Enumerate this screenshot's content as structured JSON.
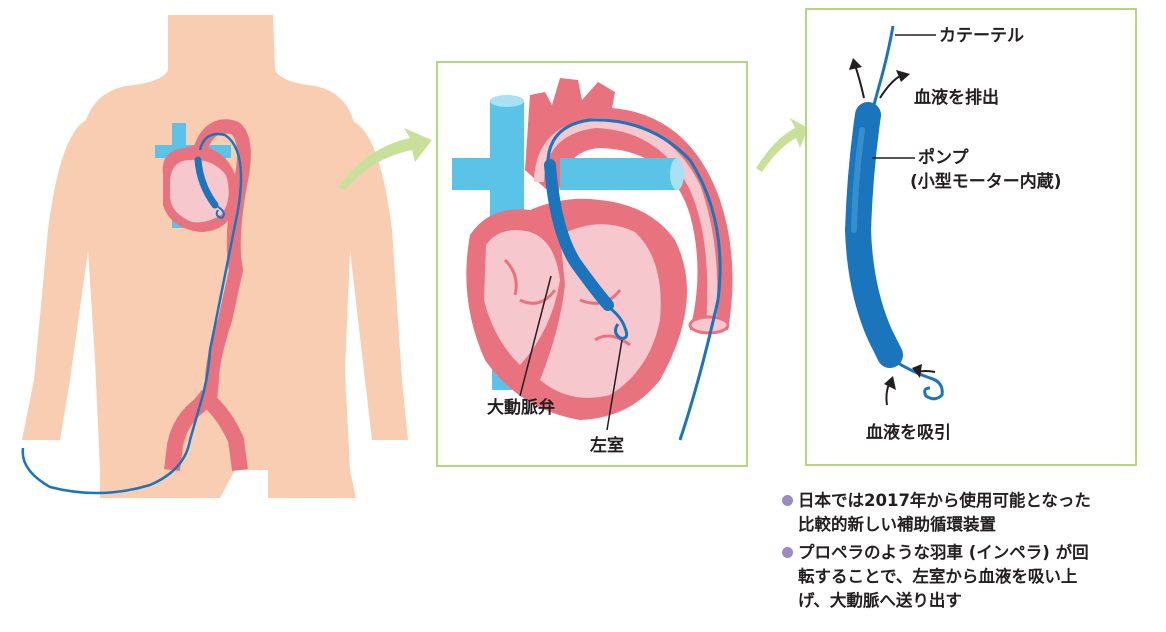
{
  "labels": {
    "aortic_valve": "大動脈弁",
    "left_ventricle": "左室",
    "catheter": "カテーテル",
    "blood_outflow": "血液を排出",
    "pump": "ポンプ",
    "pump_detail": "(小型モーター内蔵)",
    "blood_intake": "血液を吸引"
  },
  "notes": [
    {
      "line1": "日本では2017年から使用可能となった",
      "line2": "比較的新しい補助循環装置"
    },
    {
      "line1": "プロペラのような羽車 (インペラ) が回",
      "line2": "転することで、左室から血液を吸い上",
      "line3": "げ、大動脈へ送り出す"
    }
  ],
  "colors": {
    "body_skin": "#f9cdb2",
    "vessel_red": "#e8737f",
    "heart_pink": "#f6c7cc",
    "vein_blue": "#5bc3e8",
    "catheter_blue": "#1b75bc",
    "frame_green": "#b5d67b",
    "arrow_green": "#c9e09b",
    "bullet_purple": "#9b8ac4"
  }
}
